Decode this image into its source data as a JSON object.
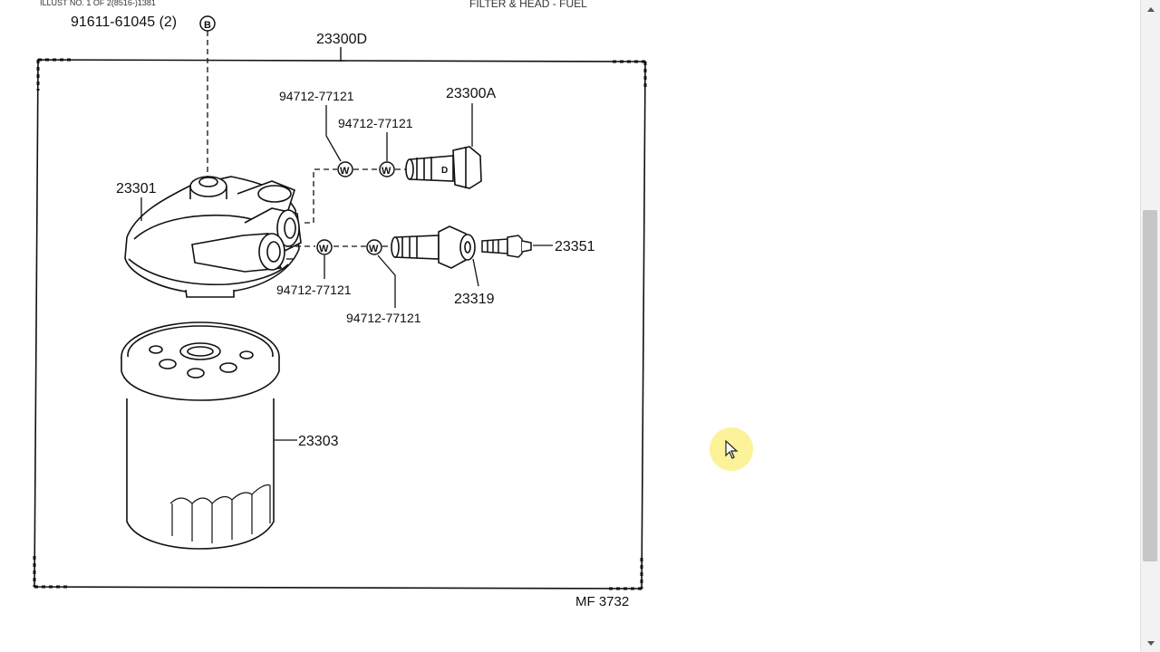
{
  "header": {
    "illust_caption": "ILLUST NO. 1 OF 2(8516-)1381",
    "section_fragment": "FILTER & HEAD - FUEL"
  },
  "diagram": {
    "footer_code": "MF 3732",
    "labels": {
      "bolt_91611": "91611-61045 (2)",
      "bolt_circle": "B",
      "assembly_23300D": "23300D",
      "head_23301": "23301",
      "union_bolt_23300A": "23300A",
      "gasket_1": "94712-77121",
      "gasket_2": "94712-77121",
      "gasket_3": "94712-77121",
      "gasket_4": "94712-77121",
      "washer_mark": "W",
      "bolt_mark": "D",
      "union_23319": "23319",
      "screw_23351": "23351",
      "filter_23303": "23303"
    }
  },
  "icons": {
    "cursor": "mouse-pointer-icon",
    "scroll_up": "arrow-up-icon",
    "scroll_down": "arrow-down-icon"
  },
  "colors": {
    "cursor_highlight": "#f7e868",
    "scroll_thumb": "#c6c6c6"
  }
}
